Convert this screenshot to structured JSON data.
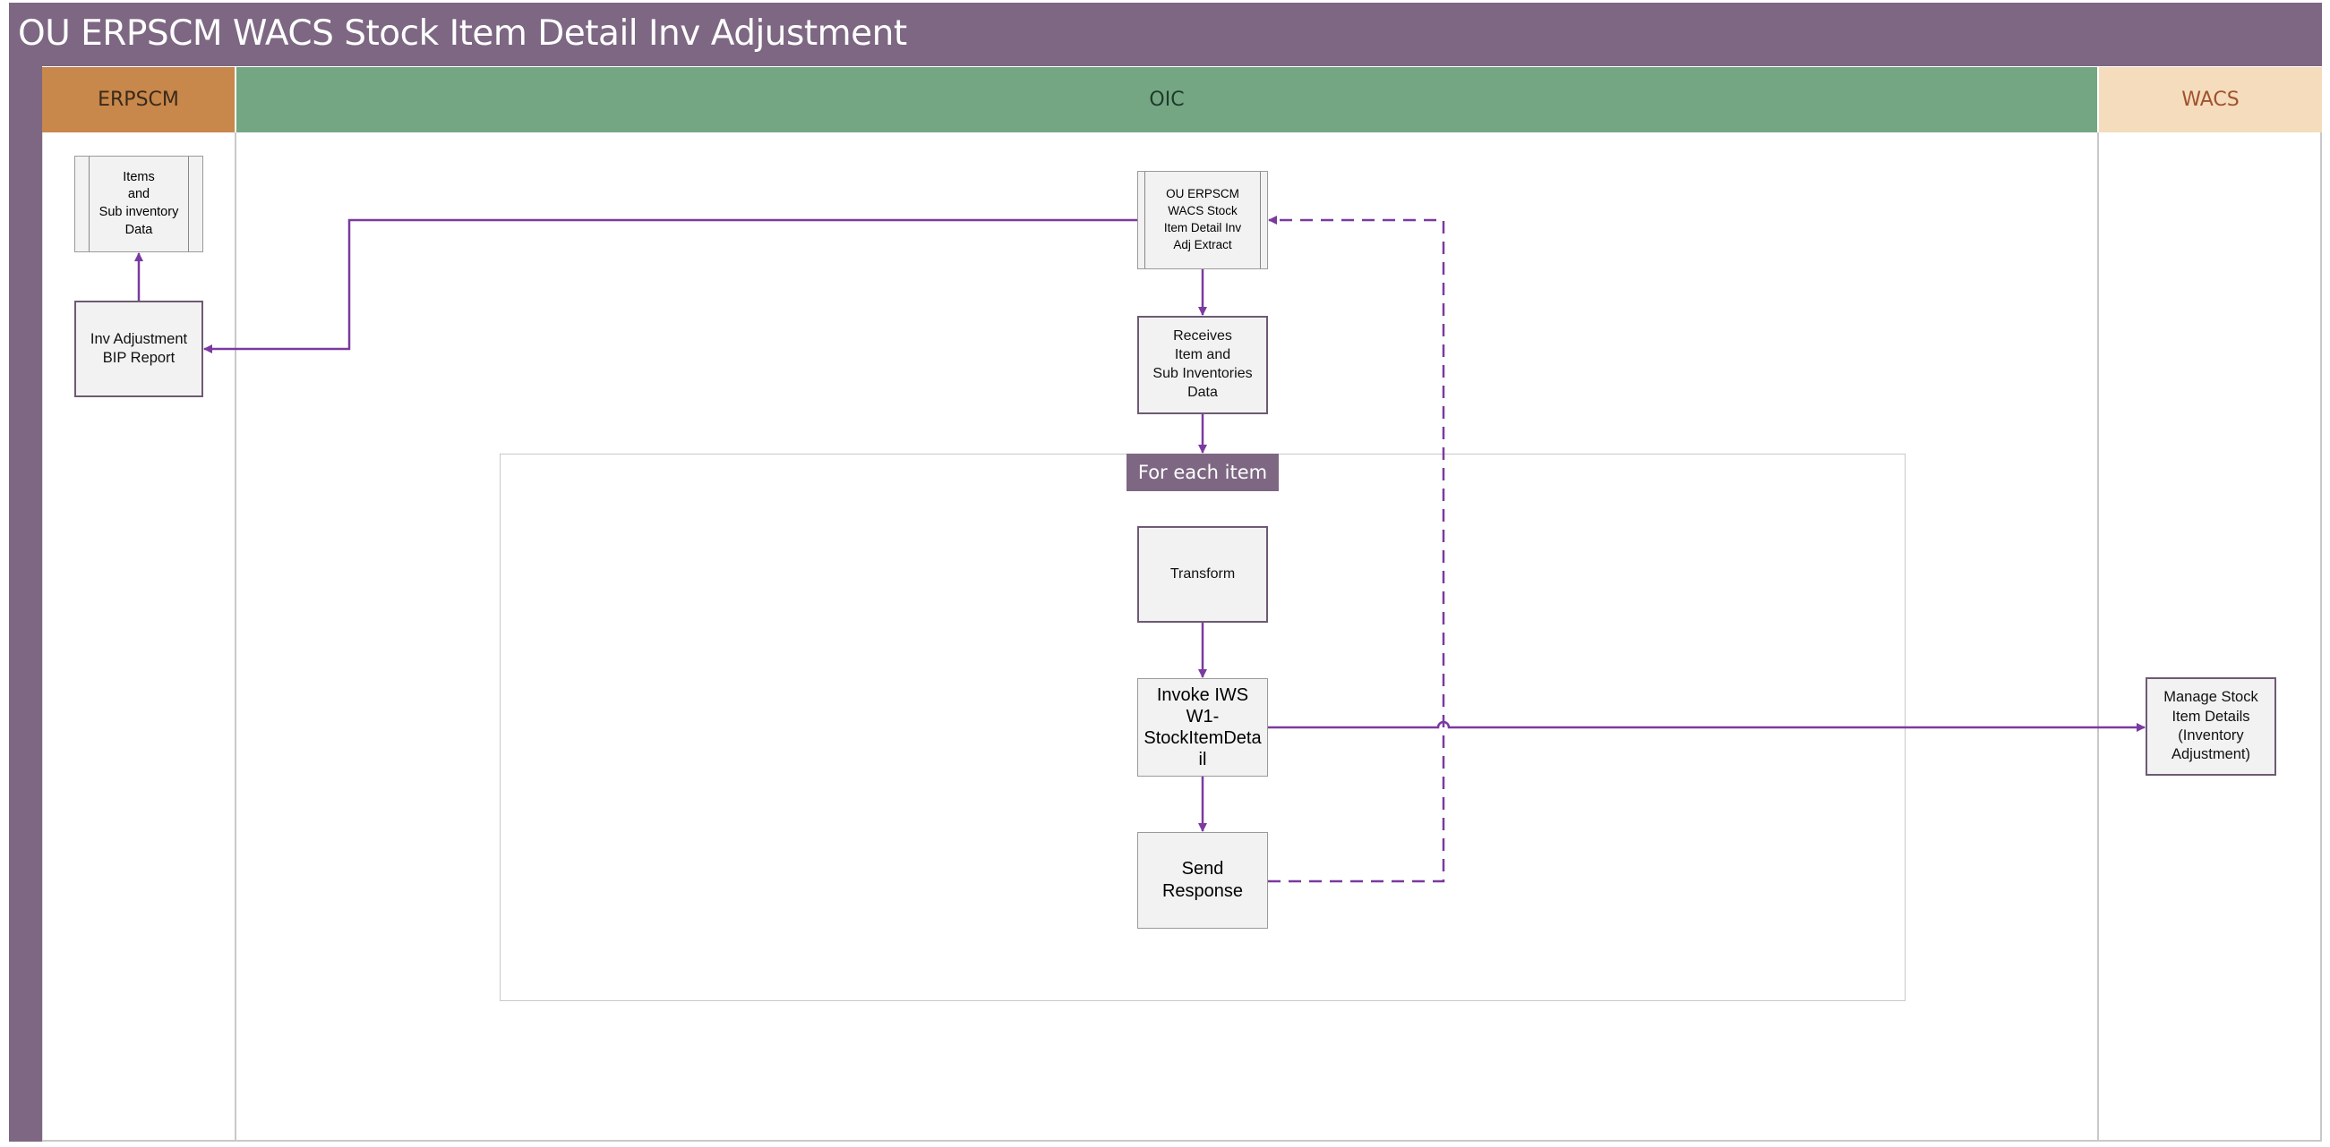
{
  "diagram": {
    "title": "OU ERPSCM WACS Stock Item Detail Inv Adjustment"
  },
  "lanes": [
    {
      "name": "ERPSCM",
      "color": "#c8874b",
      "text_color": "#3a2a1a"
    },
    {
      "name": "OIC",
      "color": "#74a684",
      "text_color": "#1f3a28"
    },
    {
      "name": "WACS",
      "color": "#f5dcbd",
      "text_color": "#a0522d"
    }
  ],
  "nodes": {
    "items_data": "Items\nand\nSub inventory\nData",
    "inv_adjustment_report": "Inv Adjustment\nBIP Report",
    "extract": "OU ERPSCM\nWACS Stock\nItem Detail Inv\nAdj Extract",
    "receives": "Receives\nItem and\nSub Inventories\nData",
    "loop_label": "For each item",
    "transform": "Transform",
    "invoke": "Invoke IWS\nW1-\nStockItemDeta\nil",
    "send_response": "Send\nResponse",
    "manage_stock": "Manage Stock\nItem Details\n(Inventory\nAdjustment)"
  },
  "colors": {
    "title_bar": "#7d6783",
    "connector": "#7a3aa0",
    "box_fill": "#f2f2f2",
    "box_border": "#6e5a74"
  }
}
